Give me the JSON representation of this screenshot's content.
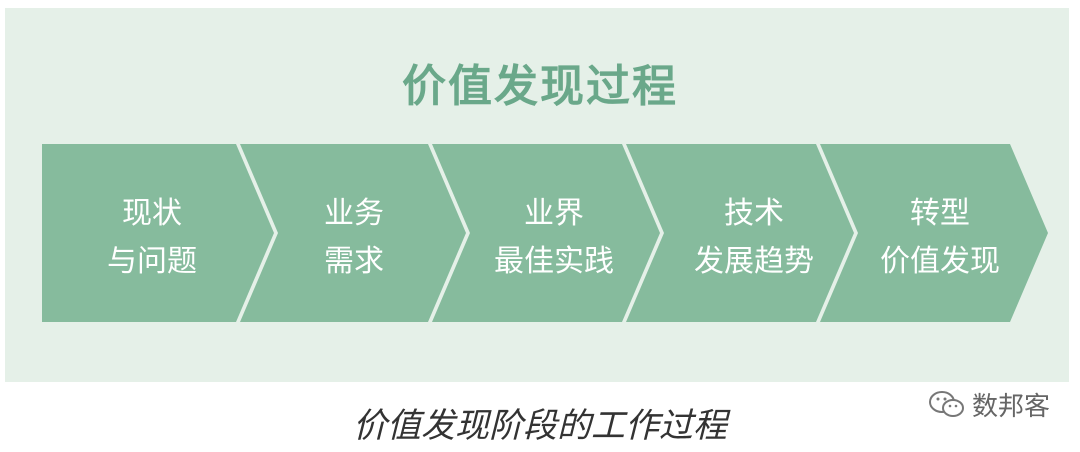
{
  "title": "价值发现过程",
  "steps": [
    {
      "line1": "现状",
      "line2": "与问题"
    },
    {
      "line1": "业务",
      "line2": "需求"
    },
    {
      "line1": "业界",
      "line2": "最佳实践"
    },
    {
      "line1": "技术",
      "line2": "发展趋势"
    },
    {
      "line1": "转型",
      "line2": "价值发现"
    }
  ],
  "caption": "价值发现阶段的工作过程",
  "watermark": "数邦客",
  "colors": {
    "panel": "#e5f0e8",
    "arrow": "#86bb9d",
    "title": "#6aa88a"
  }
}
